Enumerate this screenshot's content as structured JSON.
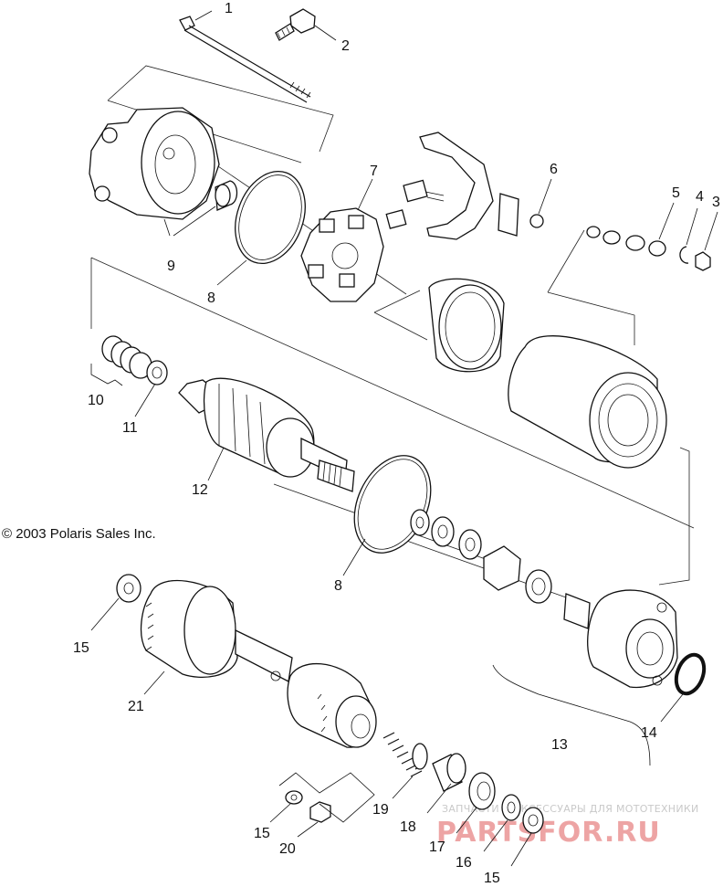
{
  "copyright": "© 2003 Polaris Sales Inc.",
  "watermark": {
    "subtitle": "ЗАПЧАСТИ И АКСЕССУАРЫ ДЛЯ МОТОТЕХНИКИ",
    "brand": "PARTSFOR.RU"
  },
  "callouts": {
    "c1": "1",
    "c2": "2",
    "c3": "3",
    "c4": "4",
    "c5": "5",
    "c6": "6",
    "c7": "7",
    "c8a": "8",
    "c8b": "8",
    "c9": "9",
    "c10": "10",
    "c11": "11",
    "c12": "12",
    "c13": "13",
    "c14": "14",
    "c15a": "15",
    "c15b": "15",
    "c15c": "15",
    "c16": "16",
    "c17": "17",
    "c18": "18",
    "c19": "19",
    "c20": "20",
    "c21": "21"
  }
}
